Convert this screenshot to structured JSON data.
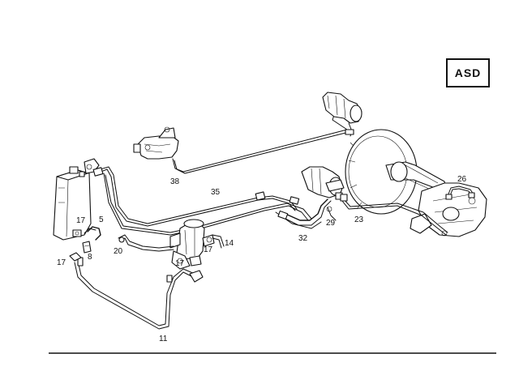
{
  "badge": {
    "label": "ASD"
  },
  "callouts": {
    "c38": "38",
    "c35": "35",
    "c17a": "17",
    "c5": "5",
    "c17b": "17",
    "c8": "8",
    "c20": "20",
    "c17c": "17",
    "c17d": "17",
    "c14": "14",
    "c32": "32",
    "c29": "29",
    "c23": "23",
    "c26": "26",
    "c11": "11"
  }
}
